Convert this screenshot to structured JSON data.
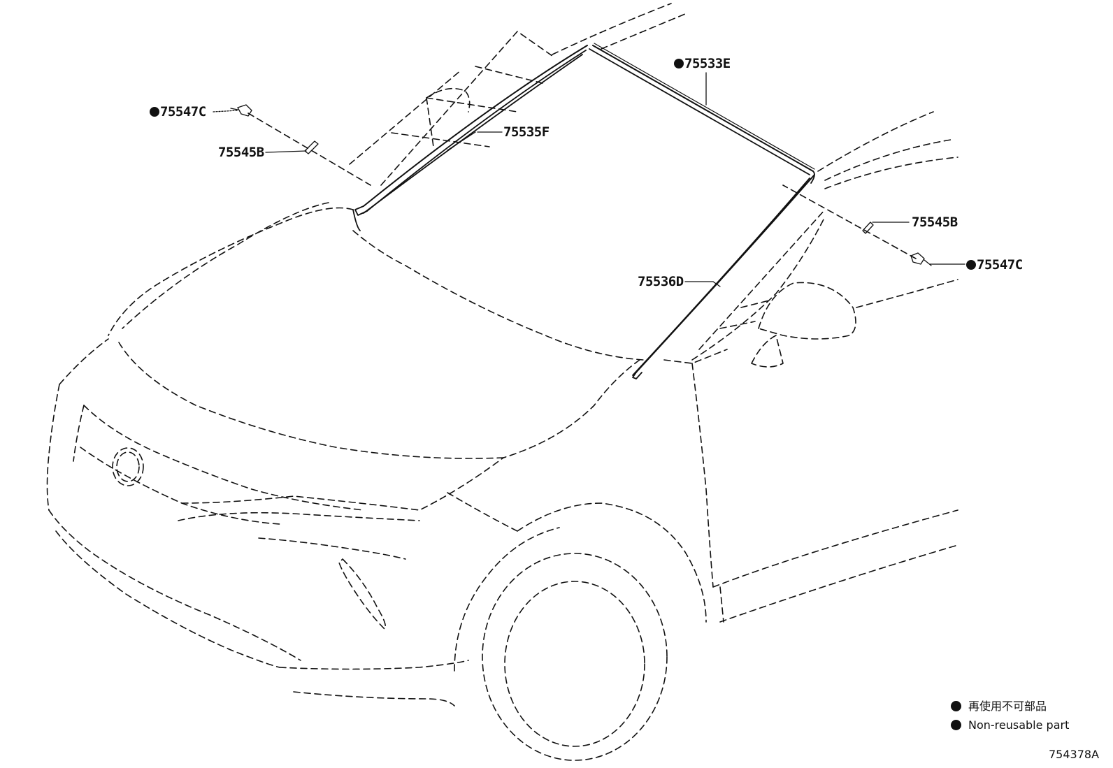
{
  "callouts": [
    {
      "id": "75533E",
      "text": "75533E",
      "non_reusable": true
    },
    {
      "id": "75547C-left",
      "text": "75547C",
      "non_reusable": true
    },
    {
      "id": "75535F",
      "text": "75535F",
      "non_reusable": false
    },
    {
      "id": "75545B-left",
      "text": "75545B",
      "non_reusable": false
    },
    {
      "id": "75545B-right",
      "text": "75545B",
      "non_reusable": false
    },
    {
      "id": "75547C-right",
      "text": "75547C",
      "non_reusable": true
    },
    {
      "id": "75536D",
      "text": "75536D",
      "non_reusable": false
    }
  ],
  "legend": {
    "jp": "再使用不可部品",
    "en": "Non-reusable part"
  },
  "figure_number": "754378A",
  "colors": {
    "line": "#111111",
    "background": "#ffffff"
  }
}
